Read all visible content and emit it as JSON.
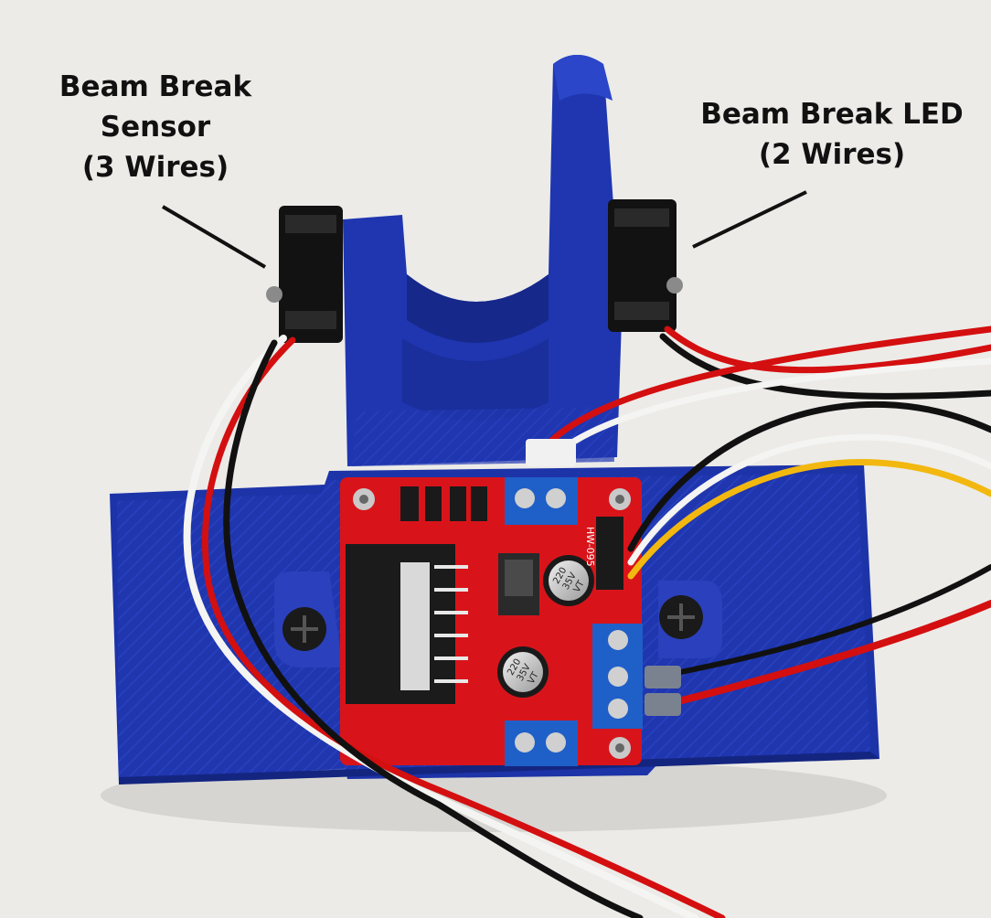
{
  "labels": {
    "sensor": {
      "line1": "Beam Break",
      "line2": "Sensor",
      "line3": "(3 Wires)"
    },
    "led": {
      "line1": "Beam Break LED",
      "line2": "(2 Wires)"
    }
  },
  "board": {
    "silkscreen": "HW-095",
    "capacitor_1": {
      "line1": "220",
      "line2": "35V",
      "line3": "VT"
    },
    "capacitor_2": {
      "line1": "220",
      "line2": "35V",
      "line3": "VT"
    }
  },
  "colors": {
    "background": "#ecebe8",
    "print_blue": "#1f36b0",
    "board_red": "#d8141a",
    "wire_red": "#d40f10",
    "wire_white": "#f4f4f2",
    "wire_black": "#111111",
    "wire_yellow": "#f2b80f",
    "terminal_blue": "#1f5fc8"
  }
}
